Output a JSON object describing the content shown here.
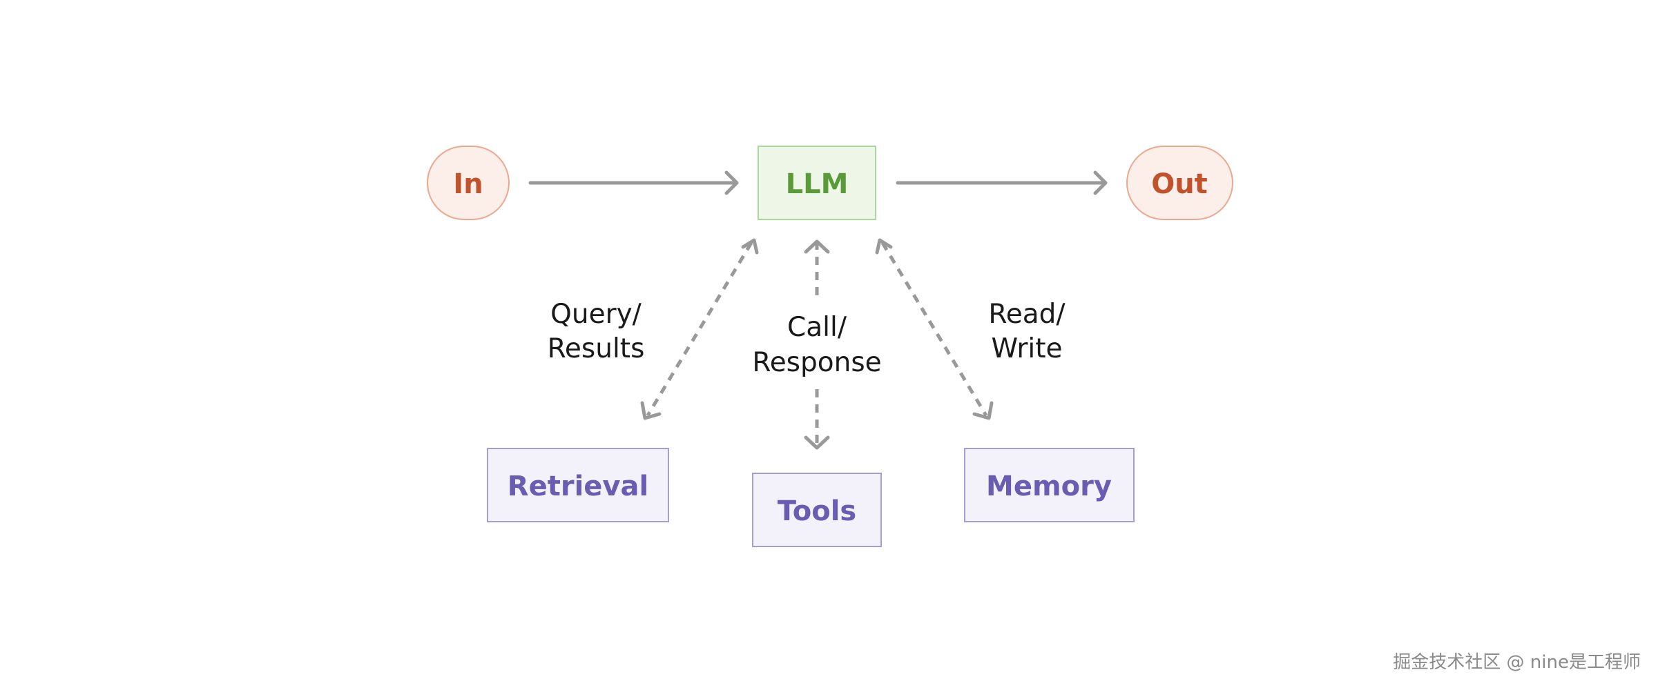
{
  "colors": {
    "io_fill": "#fcefe9",
    "io_stroke": "#eba88e",
    "io_text": "#c0532c",
    "llm_fill": "#eef6e8",
    "llm_stroke": "#a8d89a",
    "llm_text": "#5a9a38",
    "component_fill": "#f3f1fa",
    "component_stroke": "#a99ada",
    "component_text": "#6a5cb0",
    "arrow": "#999999"
  },
  "nodes": {
    "input": "In",
    "llm": "LLM",
    "output": "Out",
    "retrieval": "Retrieval",
    "tools": "Tools",
    "memory": "Memory"
  },
  "edges": {
    "retrieval": [
      "Query/",
      "Results"
    ],
    "tools": [
      "Call/",
      "Response"
    ],
    "memory": [
      "Read/",
      "Write"
    ]
  },
  "watermark": "掘金技术社区 @ nine是工程师"
}
